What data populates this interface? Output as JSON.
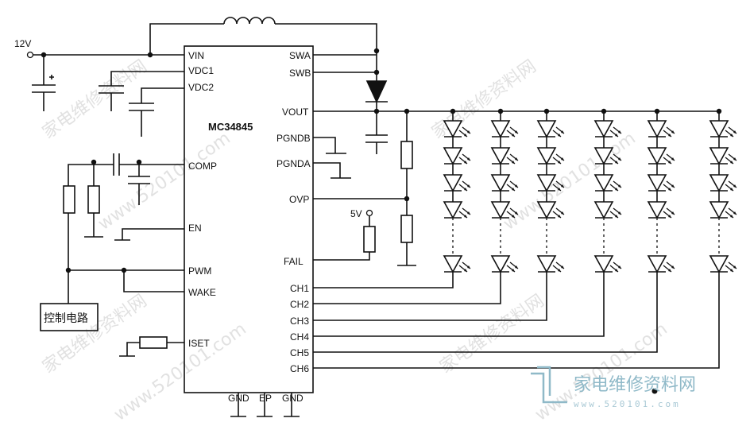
{
  "supply": {
    "label": "12V"
  },
  "chip": {
    "name": "MC34845",
    "left_pins": {
      "vin": "VIN",
      "vdc1": "VDC1",
      "vdc2": "VDC2",
      "comp": "COMP",
      "en": "EN",
      "pwm": "PWM",
      "wake": "WAKE",
      "iset": "ISET"
    },
    "right_pins": {
      "swa": "SWA",
      "swb": "SWB",
      "vout": "VOUT",
      "pgndb": "PGNDB",
      "pgnda": "PGNDA",
      "ovp": "OVP",
      "fail": "FAIL"
    },
    "channels": [
      "CH1",
      "CH2",
      "CH3",
      "CH4",
      "CH5",
      "CH6"
    ],
    "bottom_pins": {
      "gnd1": "GND",
      "ep": "EP",
      "gnd2": "GND"
    }
  },
  "fail_pullup": {
    "label": "5V"
  },
  "control_box": {
    "label": "控制电路"
  },
  "watermarks": {
    "site_text": "家电维修资料网",
    "domain_text": "www.520101.com"
  },
  "logo": {
    "text": "家电维修资料网",
    "subtext": "www.520101.com"
  }
}
